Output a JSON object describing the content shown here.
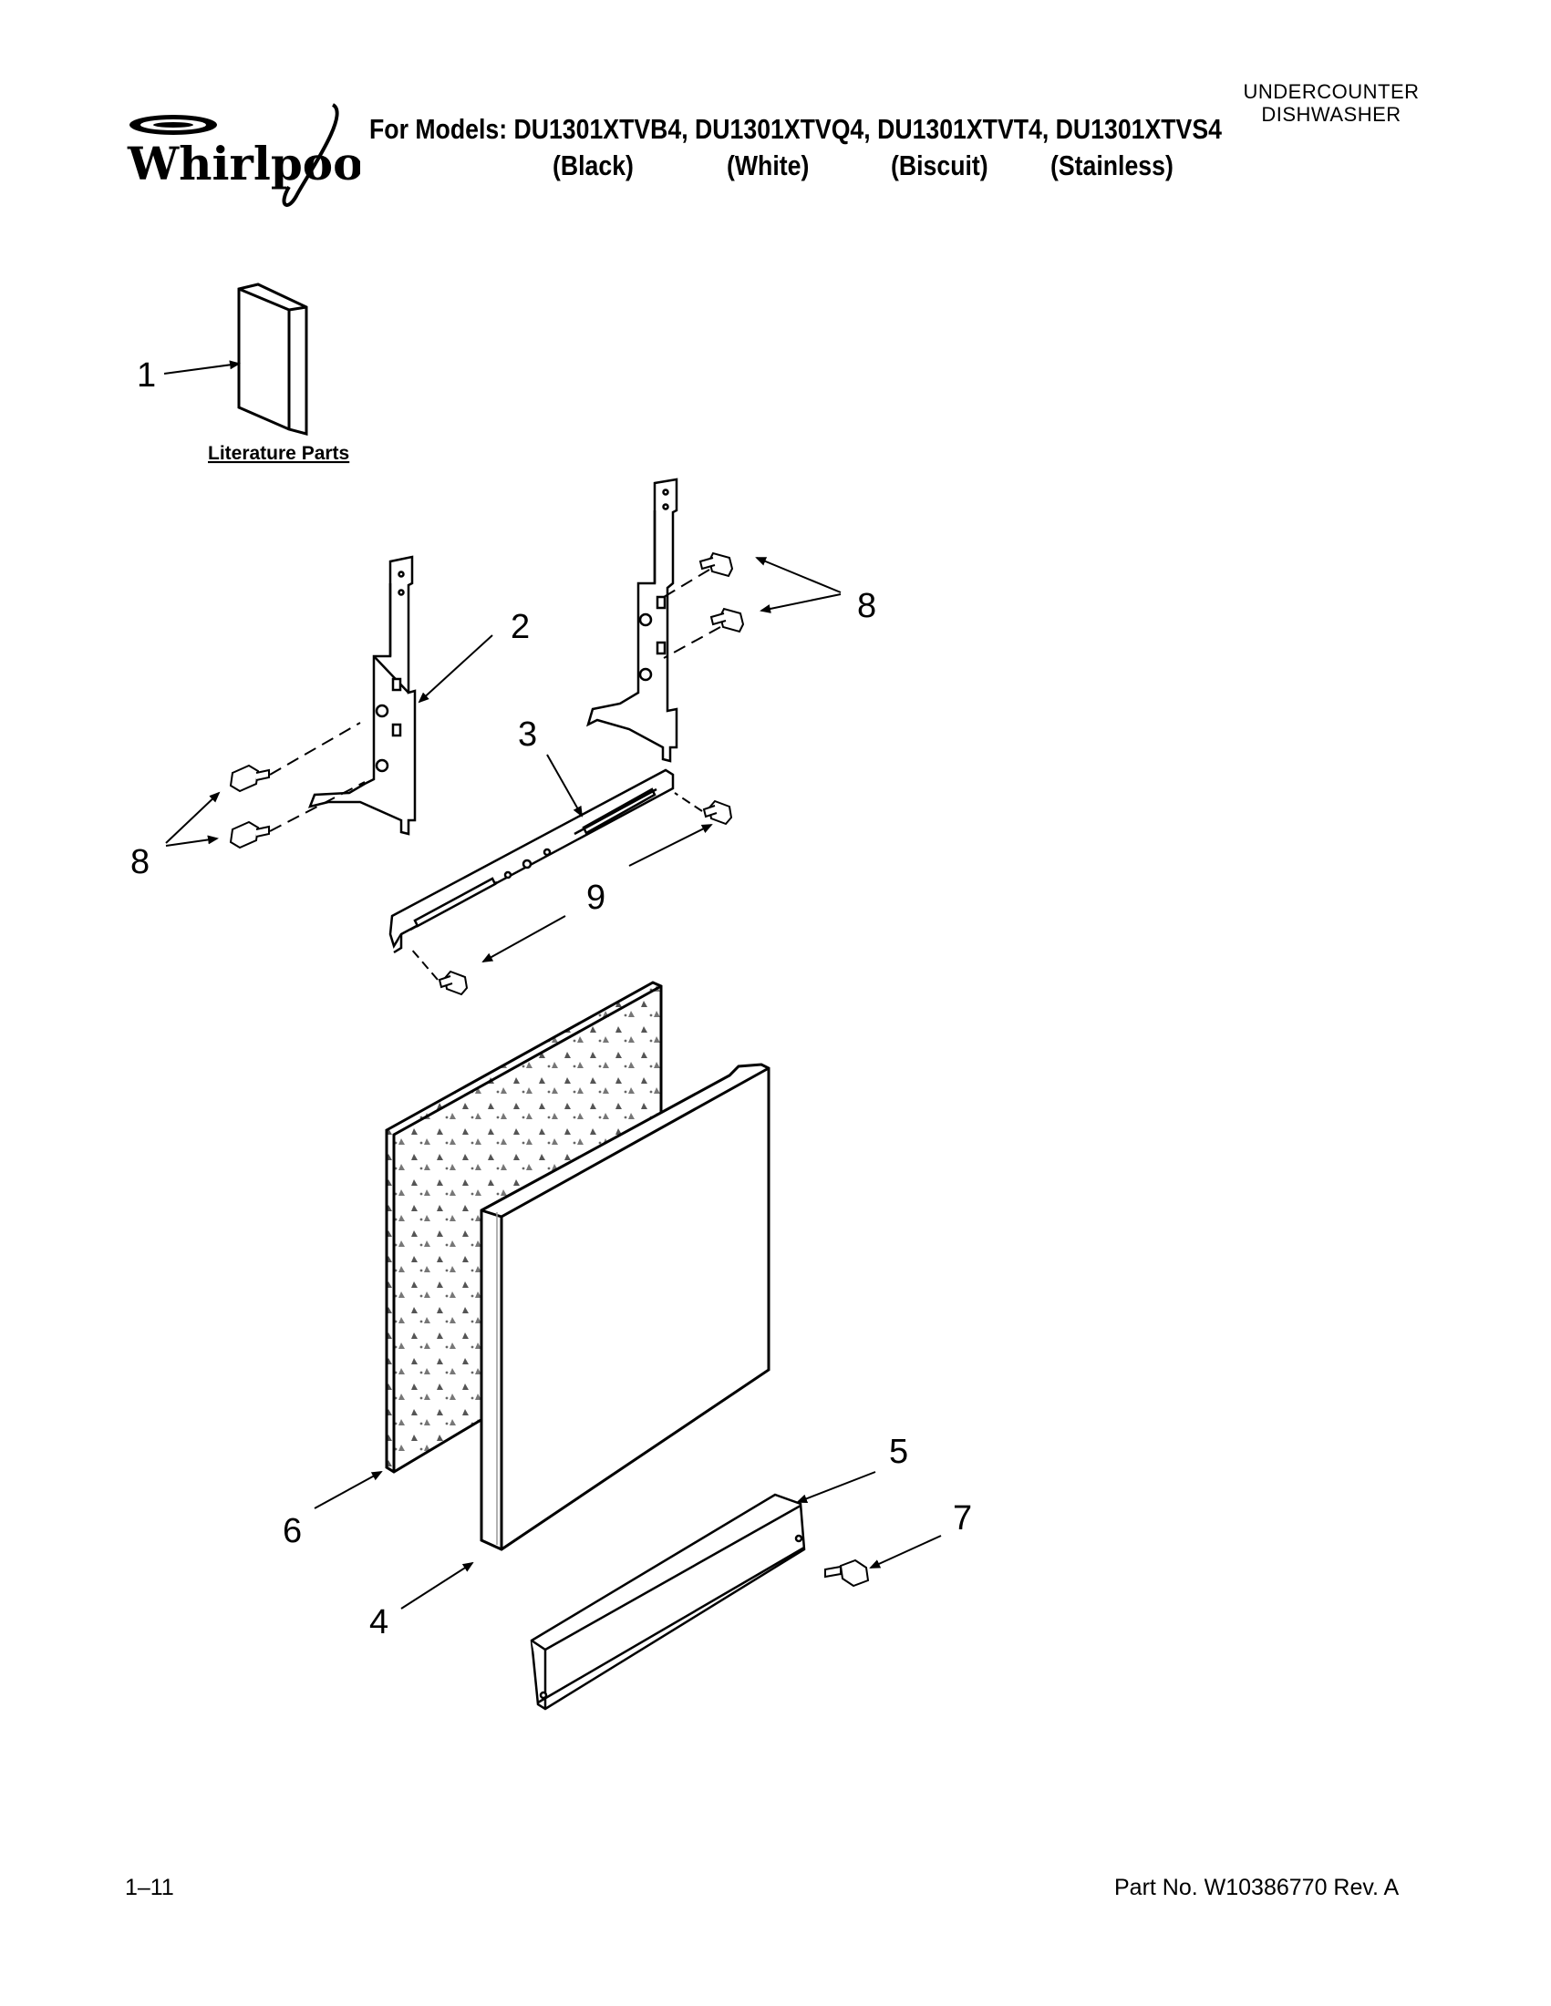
{
  "header": {
    "brand": "Whirlpool",
    "models_line": "For Models: DU1301XTVB4, DU1301XTVQ4, DU1301XTVT4, DU1301XTVS4",
    "colors": [
      "(Black)",
      "(White)",
      "(Biscuit)",
      "(Stainless)"
    ],
    "category_line1": "UNDERCOUNTER",
    "category_line2": "DISHWASHER"
  },
  "literature_label": "Literature Parts",
  "callouts": [
    "1",
    "2",
    "3",
    "4",
    "5",
    "6",
    "7",
    "8",
    "8",
    "9"
  ],
  "footer": {
    "page": "1–11",
    "part_no": "Part No. W10386770 Rev. A"
  }
}
